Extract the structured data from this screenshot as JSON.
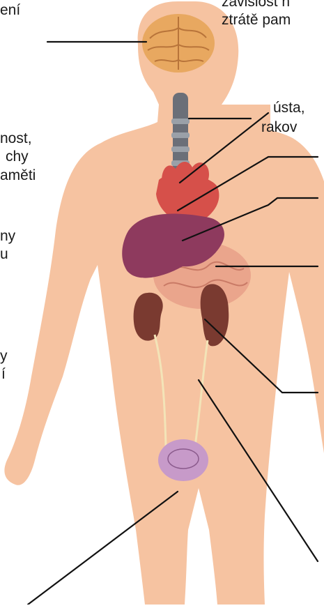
{
  "labels": {
    "top_left": "ení",
    "top_right_line1": "závislost n",
    "top_right_line2": "ztrátě pam",
    "mouth_line1": "ústa,",
    "mouth_line2": "rakov",
    "left_mid_line1": "nost,",
    "left_mid_line2": "chy",
    "left_mid_line3": "aměti",
    "left_low_line1": "ny",
    "left_low_line2": "u",
    "left_bottom_line1": "y",
    "left_bottom_line2": "í"
  },
  "colors": {
    "skin": "#f6c3a1",
    "brain": "#e8a860",
    "heart": "#d6504a",
    "liver": "#8e3a5e",
    "kidney": "#7a3a30",
    "bladder": "#c79ac9",
    "intestine": "#eaa58c",
    "line": "#111111"
  }
}
